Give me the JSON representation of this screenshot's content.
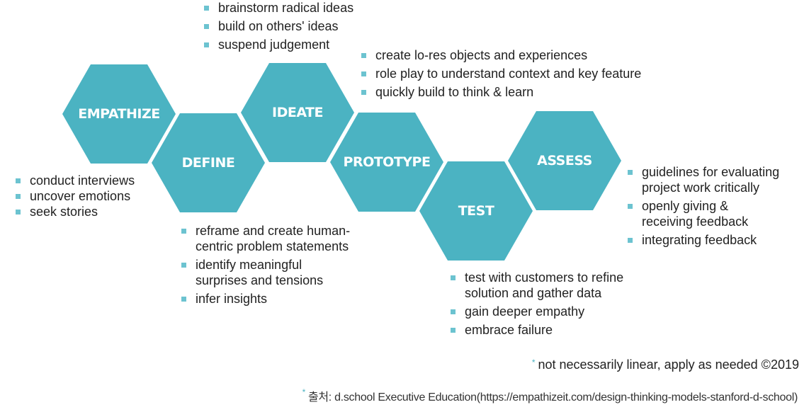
{
  "color": "#4bb3c2",
  "stages": [
    {
      "label": "EMPATHIZE",
      "items": [
        "conduct interviews",
        "uncover emotions",
        "seek stories"
      ]
    },
    {
      "label": "DEFINE",
      "items": [
        "reframe and create human-\ncentric problem statements",
        "identify meaningful\nsurprises and tensions",
        "infer insights"
      ]
    },
    {
      "label": "IDEATE",
      "items": [
        "brainstorm radical ideas",
        "build on others' ideas",
        "suspend judgement"
      ]
    },
    {
      "label": "PROTOTYPE",
      "items": [
        "create lo-res objects and experiences",
        "role play to understand context and key feature",
        "quickly build to think & learn"
      ]
    },
    {
      "label": "TEST",
      "items": [
        "test with customers to refine\nsolution and gather data",
        "gain deeper empathy",
        "embrace failure"
      ]
    },
    {
      "label": "ASSESS",
      "items": [
        "guidelines for evaluating\nproject work critically",
        "openly giving &\nreceiving feedback",
        "integrating feedback"
      ]
    }
  ],
  "note": "not necessarily linear, apply as needed ©2019",
  "source": "출처: d.school Executive Education(https://empathizeit.com/design-thinking-models-stanford-d-school)",
  "asterisk": "*"
}
